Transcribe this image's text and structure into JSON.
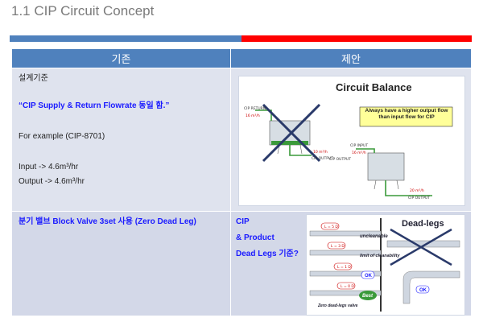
{
  "title": "1.1 CIP Circuit Concept",
  "table": {
    "headers": [
      "기존",
      "제안"
    ],
    "row1": {
      "left": {
        "line1": "설계기준",
        "line2": "“CIP Supply & Return Flowrate 동일 함.”",
        "line3": "For example (CIP-8701)",
        "input": "Input ->  4.6m³/hr",
        "output": "Output -> 4.6m³/hr"
      },
      "figure": {
        "title": "Circuit Balance",
        "callout": "Always have a higher output flow than input flow for CIP",
        "labels": {
          "cip_return_1": "CIP RETURN",
          "flow_1": "16 m³/h",
          "flow_2": "10 m³/h",
          "cip_output_1": "CIP OUTPUT",
          "cip_input": "CIP INPUT",
          "flow_3": "16 m³/h",
          "cip_output_2": "CIP OUTPUT",
          "flow_4": "20 m³/h",
          "cip_output_3": "CIP OUTPUT"
        }
      }
    },
    "row2": {
      "left": {
        "line1": "분기 밸브 Block Valve 3set 사용 (Zero Dead Leg)"
      },
      "middle": {
        "line1": "CIP",
        "line2": "& Product",
        "line3": "Dead Legs 기준?"
      },
      "figure": {
        "title": "Dead-legs",
        "ratios": [
          "L = 5 D",
          "L = 3 D",
          "L = 1 D",
          "L = 0 D"
        ],
        "notes": [
          "uncleanable",
          "limit of cleanability",
          "OK",
          "Best",
          "OK"
        ],
        "caption": "Zero dead-legs valve"
      }
    }
  }
}
